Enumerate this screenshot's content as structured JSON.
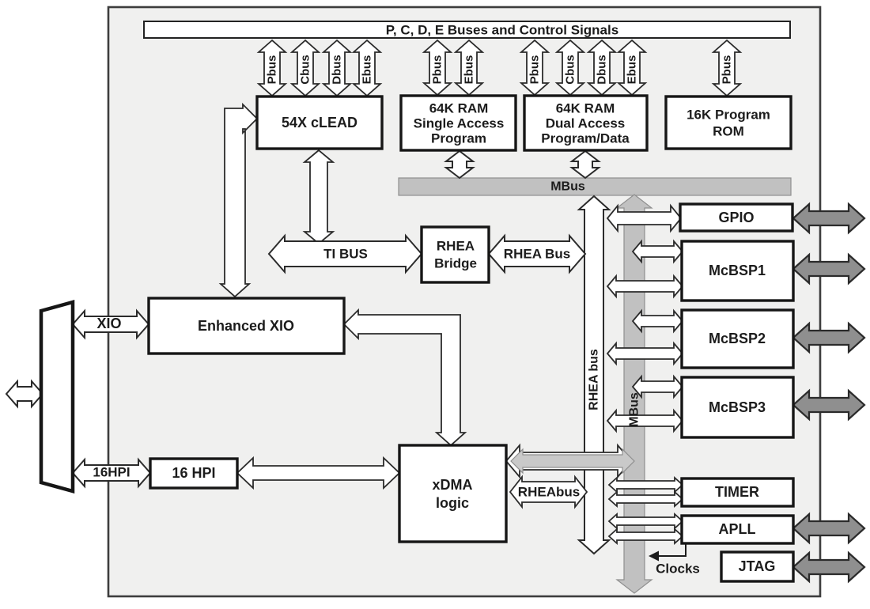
{
  "colors": {
    "background": "#f0f0ef",
    "bus_gray": "#c1c1c1",
    "external_arrow_gray": "#8f8f8f",
    "block_fill": "#ffffff",
    "line": "#1c1c1c"
  },
  "diagram": {
    "top_bar": "P, C, D, E Buses and Control Signals",
    "bus_arrows": {
      "clead": [
        "Pbus",
        "Cbus",
        "Dbus",
        "Ebus"
      ],
      "ram_single": [
        "Pbus",
        "Ebus"
      ],
      "ram_dual": [
        "Pbus",
        "Cbus",
        "Dbus",
        "Ebus"
      ],
      "rom": [
        "Pbus"
      ]
    },
    "blocks": {
      "clead": "54X cLEAD",
      "ram_single": [
        "64K RAM",
        "Single Access",
        "Program"
      ],
      "ram_dual": [
        "64K RAM",
        "Dual Access",
        "Program/Data"
      ],
      "rom": [
        "16K Program",
        "ROM"
      ],
      "rhea_bridge": [
        "RHEA",
        "Bridge"
      ],
      "enhanced_xio": "Enhanced XIO",
      "hpi": "16 HPI",
      "xdma": [
        "xDMA",
        "logic"
      ],
      "gpio": "GPIO",
      "mcbsp1": "McBSP1",
      "mcbsp2": "McBSP2",
      "mcbsp3": "McBSP3",
      "timer": "TIMER",
      "apll": "APLL",
      "jtag": "JTAG"
    },
    "bus_labels": {
      "mbus_horizontal": "MBus",
      "mbus_vertical": "MBus",
      "rhea_vertical": "RHEA bus",
      "ti_bus": "TI BUS",
      "rhea_bus": "RHEA Bus",
      "rheabus": "RHEAbus",
      "xio": "XIO",
      "hpi16": "16HPI",
      "clocks": "Clocks"
    }
  }
}
